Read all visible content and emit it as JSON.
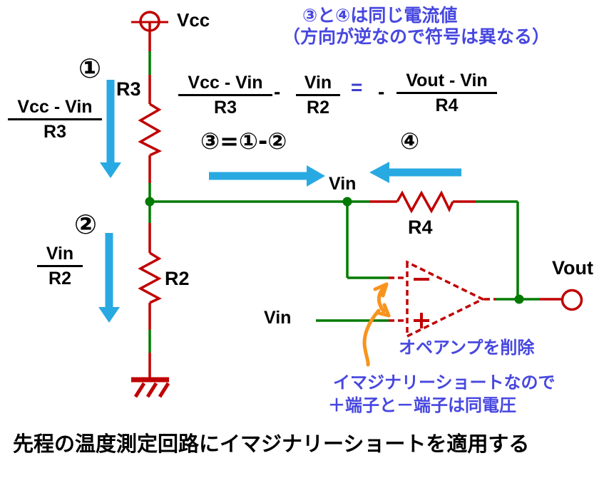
{
  "colors": {
    "wire-red": "#C00000",
    "wire-green": "#007A00",
    "arrow-blue": "#29A9E2",
    "note-blue": "#4747E0",
    "equals-blue": "#3D3DCC",
    "orange": "#F7941E",
    "ink": "#000000"
  },
  "header_note": {
    "line1": "③と④は同じ電流値",
    "line2": "（方向が逆なので符号は異なる）"
  },
  "labels": {
    "vcc": "Vcc",
    "r3": "R3",
    "r2": "R2",
    "r4": "R4",
    "vin_node": "Vin",
    "vin_input": "Vin",
    "vout": "Vout"
  },
  "currents": {
    "c1": "①",
    "c2": "②",
    "c3_equation": "③=①-②",
    "c4": "④"
  },
  "side_fractions": {
    "left1": {
      "num": "Vcc - Vin",
      "den": "R3"
    },
    "left2": {
      "num": "Vin",
      "den": "R2"
    }
  },
  "equation": {
    "f1num": "Vcc - Vin",
    "f1den": "R3",
    "minus1": "-",
    "f2num": "Vin",
    "f2den": "R2",
    "equals": "=",
    "minus2": "-",
    "f3num": "Vout - Vin",
    "f3den": "R4"
  },
  "opamp": {
    "minus_terminal": "−",
    "plus_terminal": "+",
    "note": "オペアンプを削除"
  },
  "imaginary_short_note": {
    "line1": "イマジナリーショートなので",
    "line2": "＋端子と－端子は同電圧"
  },
  "caption": "先程の温度測定回路にイマジナリーショートを適用する"
}
